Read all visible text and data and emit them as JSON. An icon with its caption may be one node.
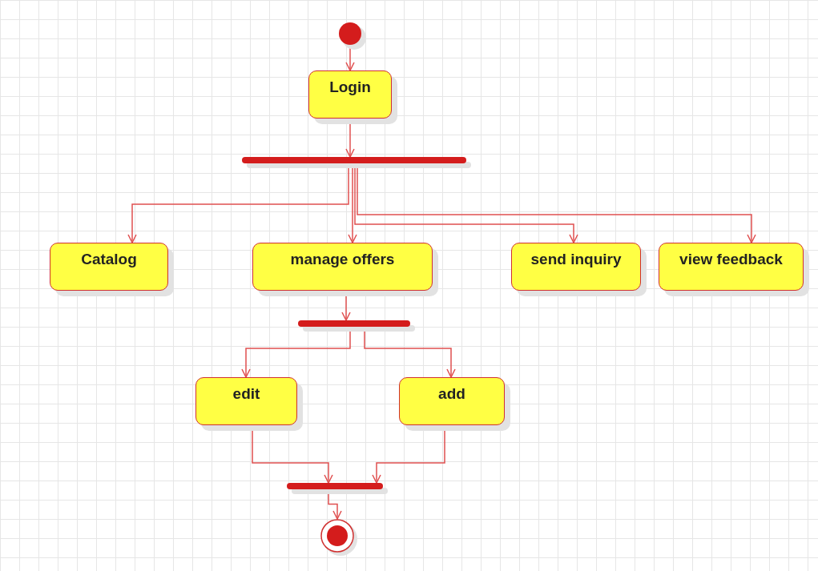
{
  "diagram": {
    "nodes": [
      {
        "text": [],
        "shape": "circle"
      },
      {
        "text": [
          "Login"
        ]
      },
      {
        "text": [],
        "shape": "bar"
      },
      {
        "text": [
          "Catalog"
        ]
      },
      {
        "text": [
          "manage offers"
        ]
      },
      {
        "text": [
          "send inquiry"
        ]
      },
      {
        "text": [
          "view feedback"
        ]
      },
      {
        "text": [],
        "shape": "bar"
      },
      {
        "text": [
          "edit"
        ]
      },
      {
        "text": [
          "add"
        ]
      },
      {
        "text": [],
        "shape": "bar"
      },
      {
        "text": [],
        "shape": "bullseye"
      }
    ],
    "edges": [
      {
        "from": 0,
        "to": 1,
        "arrow": "to"
      },
      {
        "from": 1,
        "to": 2,
        "arrow": "to"
      },
      {
        "from": 2,
        "to": 3,
        "arrow": "to"
      },
      {
        "from": 2,
        "to": 4,
        "arrow": "to"
      },
      {
        "from": 2,
        "to": 5,
        "arrow": "to"
      },
      {
        "from": 2,
        "to": 6,
        "arrow": "to"
      },
      {
        "from": 4,
        "to": 7,
        "arrow": "to"
      },
      {
        "from": 7,
        "to": 8,
        "arrow": "to"
      },
      {
        "from": 7,
        "to": 9,
        "arrow": "to"
      },
      {
        "from": 8,
        "to": 10,
        "arrow": "to"
      },
      {
        "from": 9,
        "to": 10,
        "arrow": "to"
      },
      {
        "from": 10,
        "to": 11,
        "arrow": "to"
      }
    ]
  }
}
